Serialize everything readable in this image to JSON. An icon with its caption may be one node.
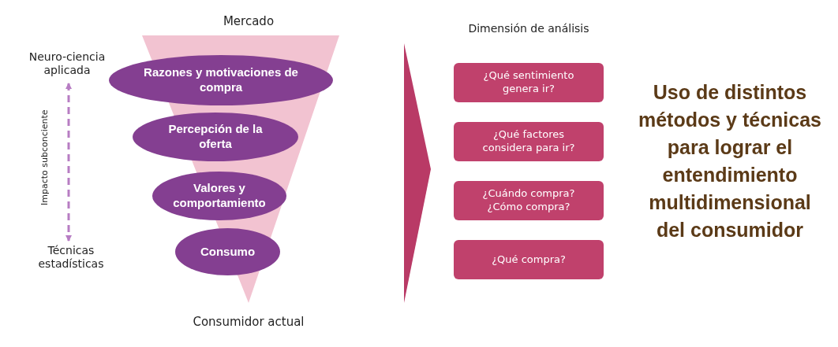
{
  "diagram": {
    "nodes": [
      {
        "text": [
          "Mercado",
          "Consumidor actual"
        ]
      },
      {
        "text": [
          "Razones y motivaciones de compra"
        ],
        "in": 0
      },
      {
        "text": [
          "Percepción de la oferta"
        ],
        "in": 0
      },
      {
        "text": [
          "Valores y comportamiento"
        ],
        "in": 0
      },
      {
        "text": [
          "Consumo"
        ],
        "in": 0
      },
      {
        "text": [
          "Neuro-ciencia aplicada"
        ]
      },
      {
        "text": [
          "Técnicas estadísticas"
        ]
      },
      {
        "text": [
          "¿Qué sentimiento genera ir?"
        ]
      },
      {
        "text": [
          "¿Qué factores considera para ir?"
        ]
      },
      {
        "text": [
          "¿Cuándo compra? ¿Cómo compra?"
        ]
      },
      {
        "text": [
          "¿Qué compra?"
        ]
      }
    ],
    "edges": [
      {
        "from": 5,
        "to": 6,
        "arrow": "both",
        "style": "dashed",
        "label": "Impacto subconciente"
      }
    ],
    "labels": [
      "Dimensión de análisis",
      "Uso de distintos métodos y técnicas para lograr el entendimiento multidimensional del consumidor"
    ]
  }
}
